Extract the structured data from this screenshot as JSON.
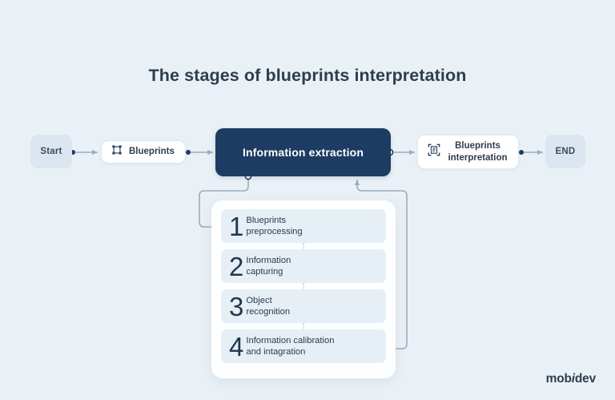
{
  "page": {
    "title": "The stages of blueprints interpretation",
    "background_color": "#eaf1f6",
    "accent_dark": "#1d3c63",
    "card_color": "#e7eff6",
    "terminal_color": "#dbe6f1",
    "text_color": "#2b3a4a"
  },
  "flow": {
    "start": {
      "label": "Start"
    },
    "blueprints": {
      "label": "Blueprints",
      "icon": "crop-frame-icon"
    },
    "hero": {
      "label": "Information extraction"
    },
    "interpretation": {
      "label": "Blueprints\ninterpretation",
      "icon": "document-scan-icon"
    },
    "end": {
      "label": "END"
    }
  },
  "steps": [
    {
      "number": "1",
      "label": "Blueprints\npreprocessing"
    },
    {
      "number": "2",
      "label": "Information\ncapturing"
    },
    {
      "number": "3",
      "label": "Object\nrecognition"
    },
    {
      "number": "4",
      "label": "Information calibration\nand  intagration"
    }
  ],
  "logo": {
    "prefix": "mob",
    "italic": "i",
    "suffix": "dev"
  }
}
